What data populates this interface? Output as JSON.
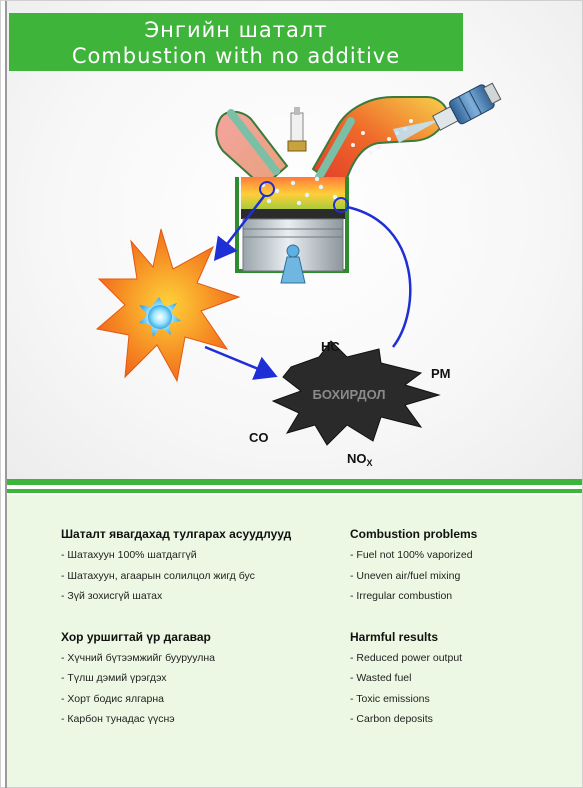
{
  "title": {
    "mongolian": "Энгийн шаталт",
    "english": "Combustion with no additive"
  },
  "diagram": {
    "center_label": "БОХИРДОЛ",
    "emissions": {
      "hc": "HC",
      "pm": "PM",
      "co": "CO",
      "nox_main": "NO",
      "nox_sub": "X"
    },
    "colors": {
      "accent_green": "#3fb43a",
      "arrow_blue": "#1f2fd6",
      "explosion_orange": "#f06a1d",
      "blob_black": "#2a2a2a"
    }
  },
  "left_section": {
    "problems_heading": "Шаталт явагдахад тулгарах асуудлууд",
    "problems": [
      "Шатахуун 100% шатдаггүй",
      "Шатахуун, агаарын солилцол жигд бус",
      "Зүй зохисгүй шатах"
    ],
    "results_heading": "Хор уршигтай үр дагавар",
    "results": [
      "Хүчний бүтээмжийг бууруулна",
      "Түлш дэмий үрэгдэх",
      "Хорт бодис ялгарна",
      "Карбон тунадас үүснэ"
    ]
  },
  "right_section": {
    "problems_heading": "Combustion problems",
    "problems": [
      "Fuel not 100% vaporized",
      "Uneven air/fuel mixing",
      "Irregular combustion"
    ],
    "results_heading": "Harmful results",
    "results": [
      "Reduced power output",
      "Wasted fuel",
      "Toxic emissions",
      "Carbon deposits"
    ]
  }
}
